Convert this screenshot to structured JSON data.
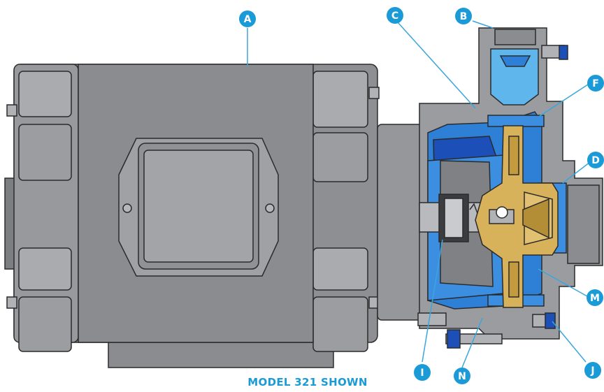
{
  "caption": "MODEL 321 SHOWN",
  "colors": {
    "callout": "#1a9ad6",
    "callout_line": "#3aa6dc",
    "motor_gray": "#8d8f92",
    "motor_dark": "#6f7174",
    "motor_light": "#a7a9ac",
    "pump_gray": "#9a9ca0",
    "liquid_blue": "#2e7fd6",
    "deep_blue": "#1c4fb8",
    "brass": "#d7b25a",
    "caption": "#1a9ad6"
  },
  "callouts": [
    {
      "id": "A",
      "label": "A",
      "part": "motor"
    },
    {
      "id": "B",
      "label": "B",
      "part": "discharge"
    },
    {
      "id": "C",
      "label": "C",
      "part": "casing"
    },
    {
      "id": "D",
      "label": "D",
      "part": "suction"
    },
    {
      "id": "F",
      "label": "F",
      "part": "casing-gasket"
    },
    {
      "id": "I",
      "label": "I",
      "part": "seal"
    },
    {
      "id": "J",
      "label": "J",
      "part": "casing-bolt"
    },
    {
      "id": "M",
      "label": "M",
      "part": "impeller"
    },
    {
      "id": "N",
      "label": "N",
      "part": "drain"
    }
  ]
}
